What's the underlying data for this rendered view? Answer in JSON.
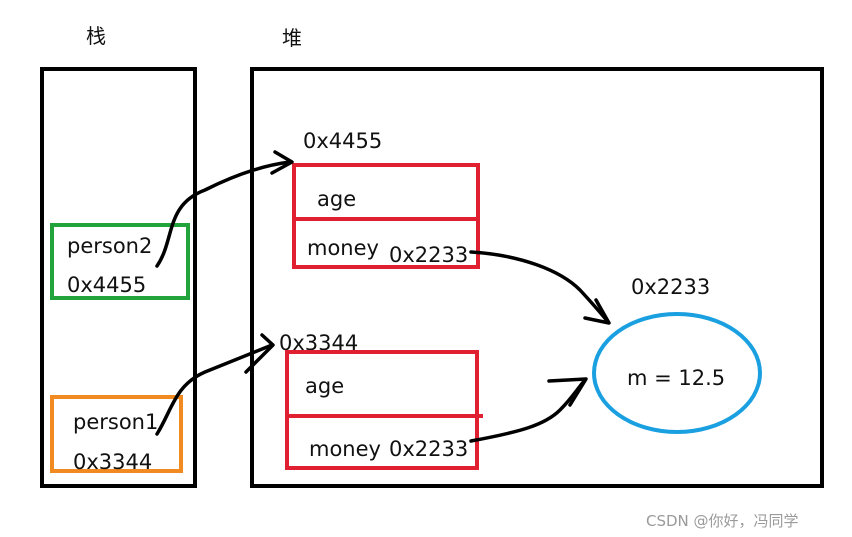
{
  "titles": {
    "stack": "栈",
    "heap": "堆"
  },
  "stack": {
    "person2": {
      "name": "person2",
      "address": "0x4455"
    },
    "person1": {
      "name": "person1",
      "address": "0x3344"
    }
  },
  "heap": {
    "object_top": {
      "address": "0x4455",
      "field_age": "age",
      "field_money": "money",
      "money_value": "0x2233"
    },
    "object_bottom": {
      "address": "0x3344",
      "field_age": "age",
      "field_money": "money",
      "money_value": "0x2233"
    },
    "money_object": {
      "address": "0x2233",
      "content": "m = 12.5"
    }
  },
  "colors": {
    "outline": "#000000",
    "person2_box": "#22a33b",
    "person1_box": "#f28a22",
    "object_box": "#e02030",
    "money_ellipse": "#1aa0e0"
  },
  "watermark": "CSDN @你好，冯同学"
}
